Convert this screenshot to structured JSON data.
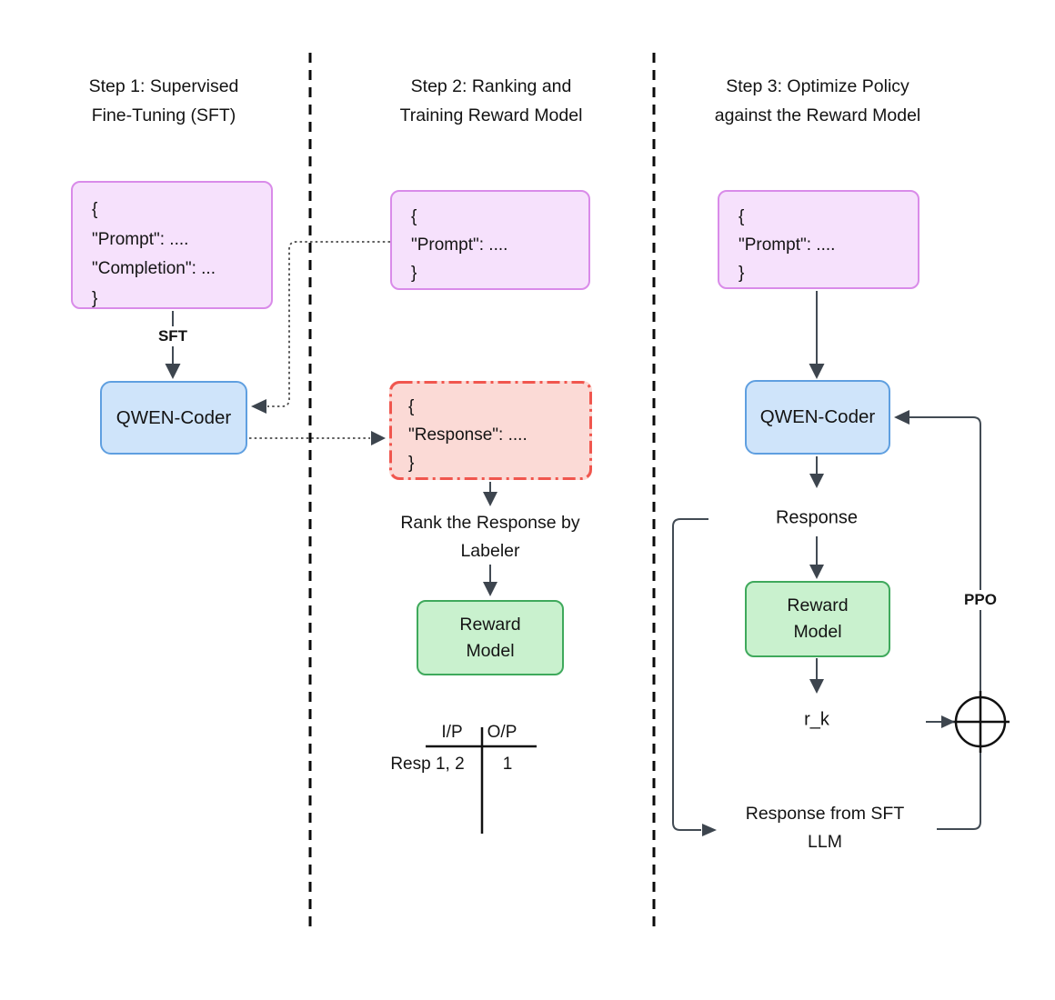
{
  "steps": {
    "step1": {
      "title": [
        "Step 1: Supervised",
        "Fine-Tuning (SFT)"
      ],
      "dataset_box": [
        "{",
        "\"Prompt\": ....",
        "\"Completion\": ...",
        "}"
      ],
      "arrow_label": "SFT",
      "model_box_label": "QWEN-Coder"
    },
    "step2": {
      "title": [
        "Step 2: Ranking and",
        "Training Reward Model"
      ],
      "prompt_box": [
        "{",
        "\"Prompt\": ....",
        "}"
      ],
      "response_box": [
        "{",
        "\"Response\": ....",
        "}"
      ],
      "rank_text": [
        "Rank the Response by",
        "Labeler"
      ],
      "reward_box": [
        "Reward",
        "Model"
      ],
      "table": {
        "header": [
          "I/P",
          "O/P"
        ],
        "row": [
          "Resp 1, 2",
          "1"
        ]
      }
    },
    "step3": {
      "title": [
        "Step 3: Optimize Policy",
        "against the Reward Model"
      ],
      "prompt_box": [
        "{",
        "\"Prompt\": ....",
        "}"
      ],
      "model_box_label": "QWEN-Coder",
      "response_label": "Response",
      "reward_box": [
        "Reward",
        "Model"
      ],
      "reward_output_label": "r_k",
      "ppo_label": "PPO",
      "sft_response_text": [
        "Response from SFT",
        "LLM"
      ]
    }
  },
  "colors": {
    "prompt_box_fill": "#f6e1fc",
    "prompt_box_border": "#d98be9",
    "model_box_fill": "#cfe4fa",
    "model_box_border": "#5f9fe0",
    "response_box_fill": "#fbdad6",
    "response_box_border": "#f0564e",
    "reward_box_fill": "#c9f1ce",
    "reward_box_border": "#3fa95c",
    "connector": "#424b54",
    "divider": "#000000",
    "text": "#141414"
  }
}
